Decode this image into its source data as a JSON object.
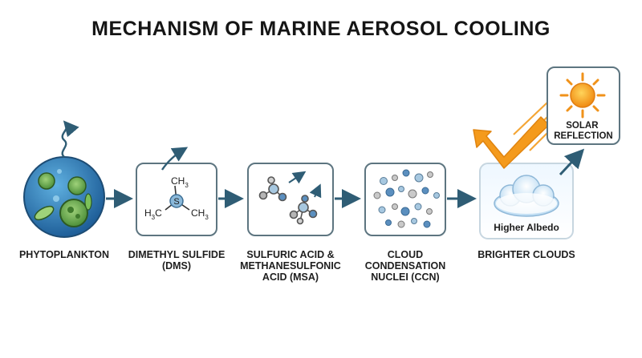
{
  "title": "MECHANISM OF MARINE AEROSOL COOLING",
  "stages": [
    {
      "label": "PHYTOPLANKTON"
    },
    {
      "label": "DIMETHYL SULFIDE\n(DMS)",
      "molecule": {
        "top": "CH",
        "top_sub": "3",
        "left": "H",
        "left_sub": "3",
        "left_tail": "C",
        "center": "S",
        "right": "CH",
        "right_sub": "3"
      }
    },
    {
      "label": "SULFURIC ACID &\nMETHANESULFONIC\nACID (MSA)"
    },
    {
      "label": "CLOUD\nCONDENSATION\nNUCLEI (CCN)"
    },
    {
      "label": "BRIGHTER CLOUDS",
      "cloud_caption": "Higher Albedo"
    }
  ],
  "solar": {
    "label": "SOLAR\nREFLECTION"
  },
  "colors": {
    "arrow": "#2f5d75",
    "box_border": "#5d7580",
    "ocean": "#2e7bb8",
    "sun": "#f5a623",
    "ray": "#f39c1f"
  }
}
